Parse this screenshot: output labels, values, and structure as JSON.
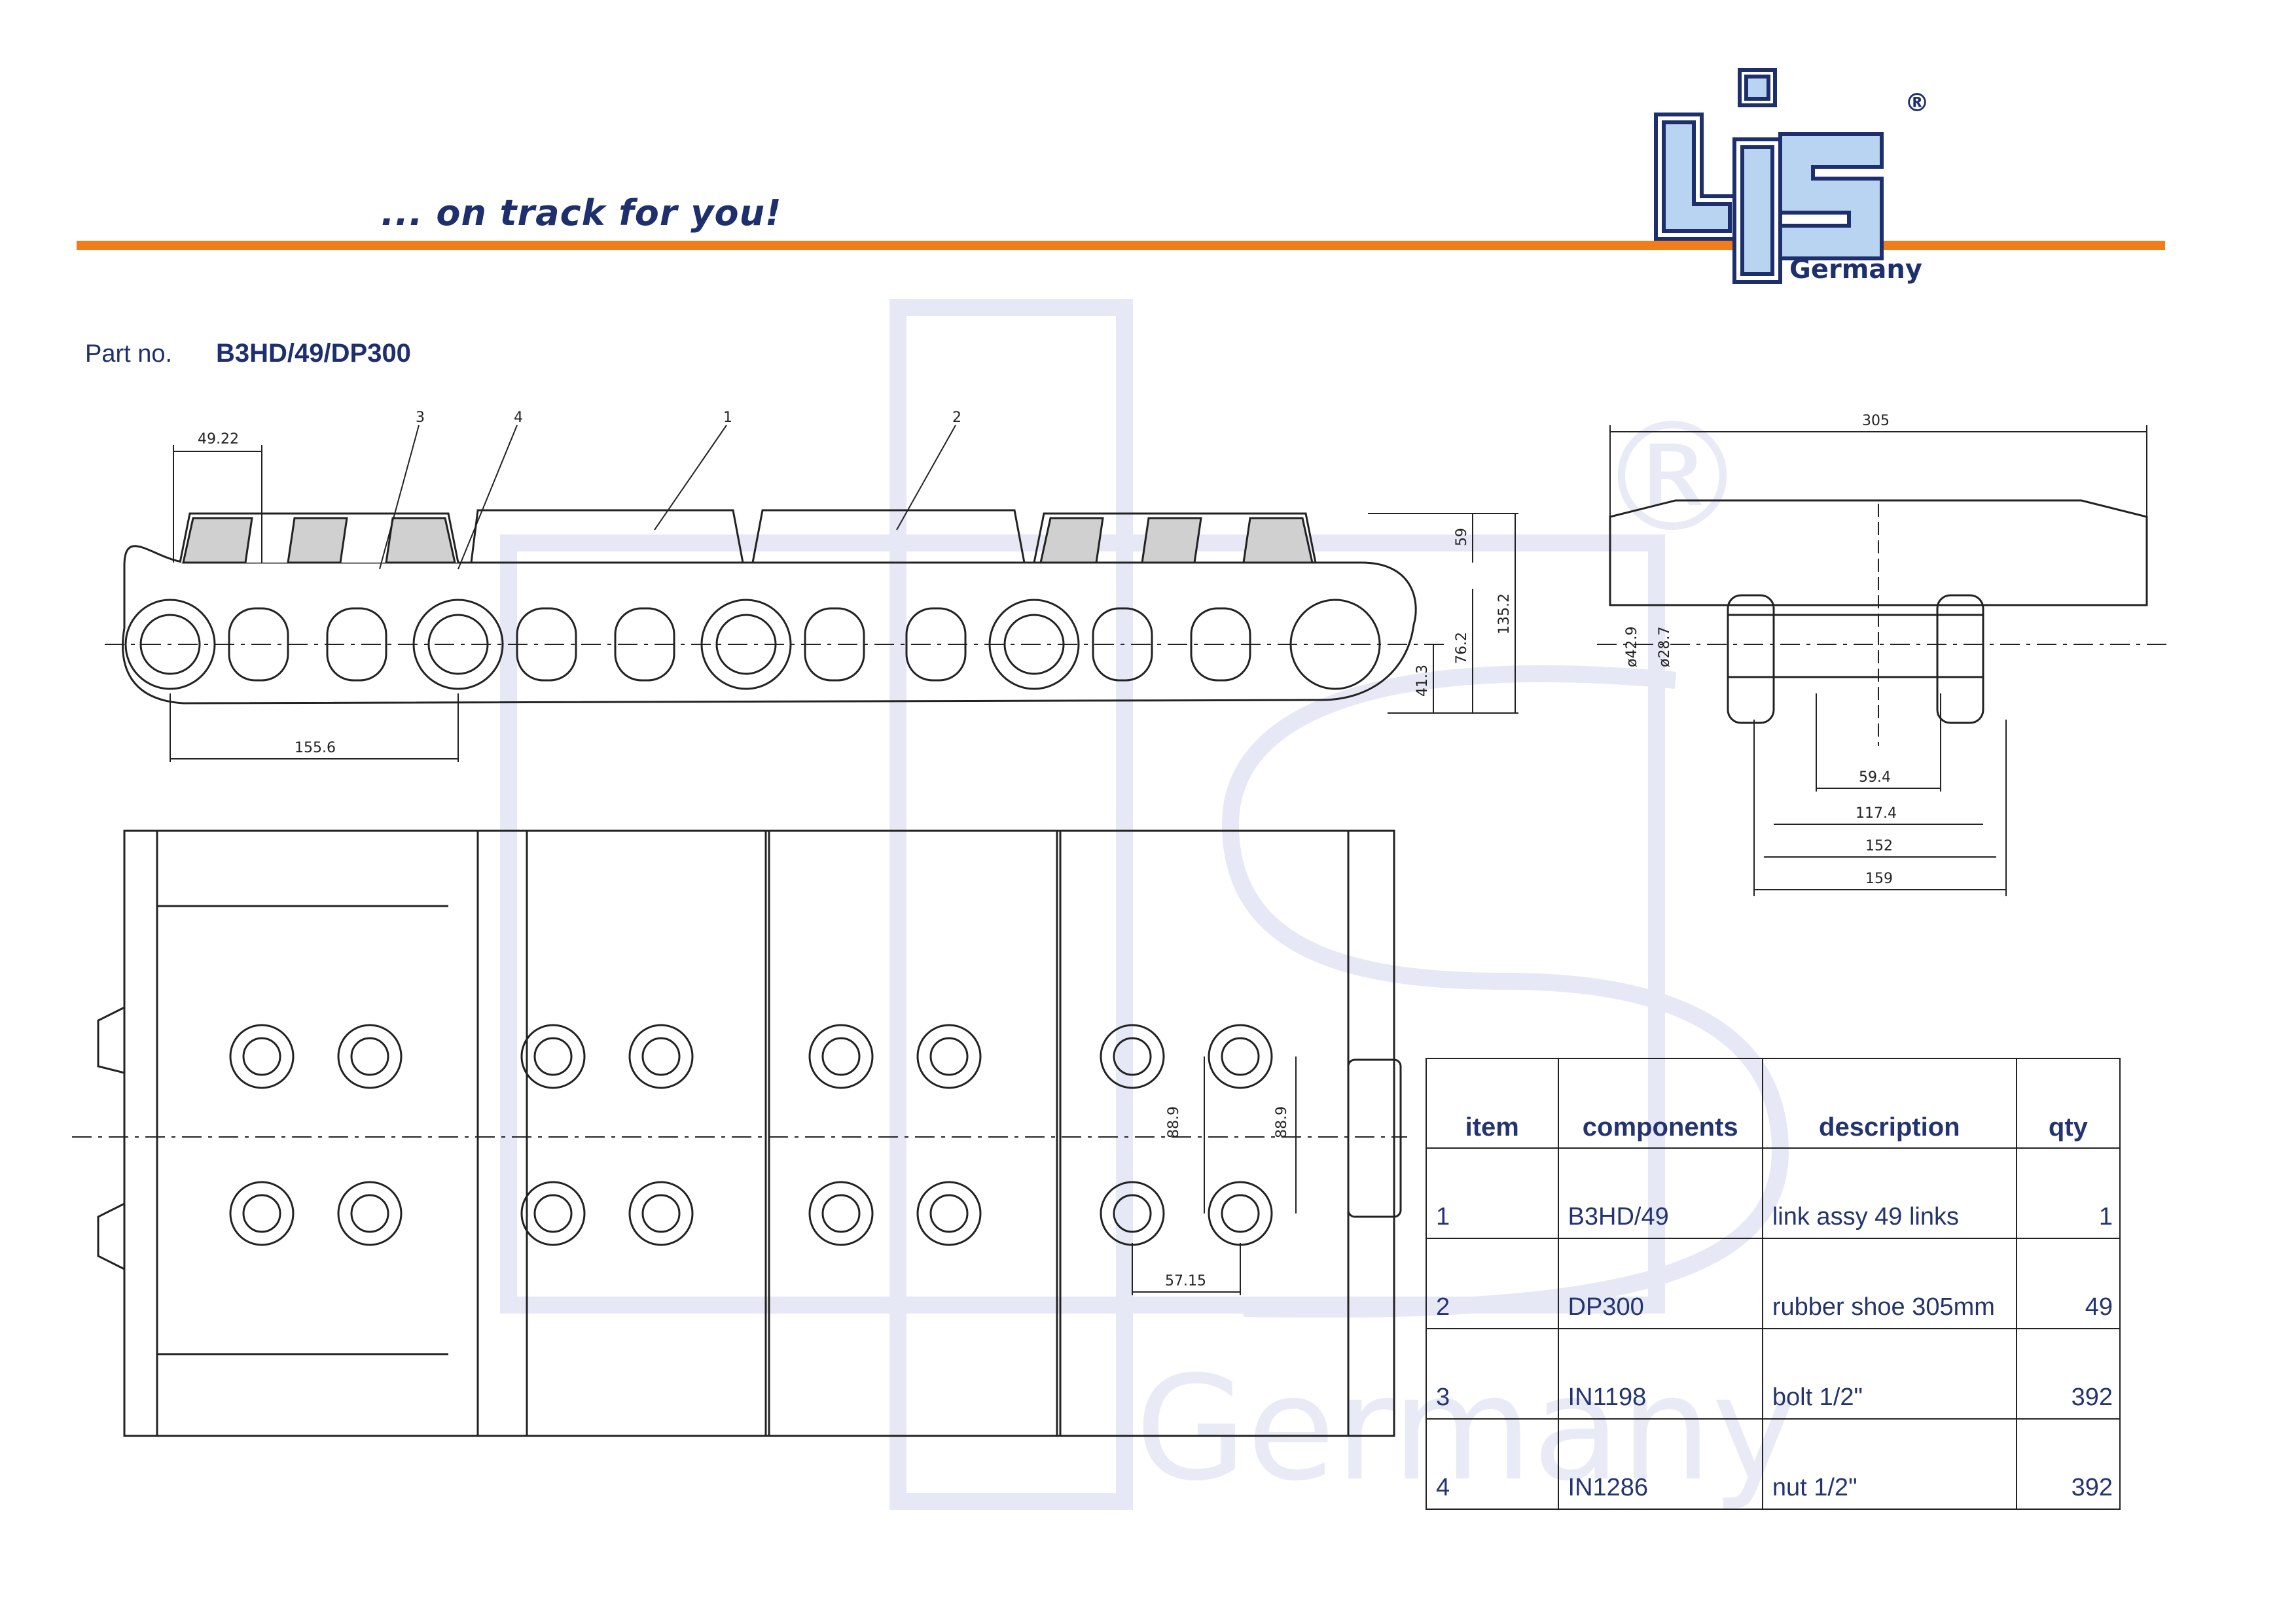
{
  "brand": {
    "slogan": "... on track for you!",
    "logo_text": "LIS",
    "logo_sub": "Germany",
    "registered": "®",
    "colors": {
      "accent_orange": "#f07d1a",
      "navy": "#1e2f6e",
      "logo_blue": "#b8d4f0",
      "watermark": "#e9ebf6"
    }
  },
  "part": {
    "label": "Part no.",
    "number": "B3HD/49/DP300"
  },
  "drawing": {
    "dims": {
      "pitch_top": "49.22",
      "pitch_bottom": "155.6",
      "height_shoe": "59",
      "height_total": "135.2",
      "height_mid": "76.2",
      "height_low": "41.3",
      "width_top": "305",
      "dia_outer": "ø42.9",
      "dia_inner": "ø28.7",
      "w1": "59.4",
      "w2": "117.4",
      "w3": "152",
      "w4": "159",
      "hole_spacing_left": "88.9",
      "hole_spacing_right": "88.9",
      "hole_pitch": "57.15"
    },
    "callouts": [
      "1",
      "2",
      "3",
      "4"
    ]
  },
  "bom": {
    "headers": {
      "item": "item",
      "components": "components",
      "description": "description",
      "qty": "qty"
    },
    "rows": [
      {
        "item": "1",
        "component": "B3HD/49",
        "description": "link assy 49 links",
        "qty": "1"
      },
      {
        "item": "2",
        "component": "DP300",
        "description": "rubber shoe 305mm",
        "qty": "49"
      },
      {
        "item": "3",
        "component": "IN1198",
        "description": "bolt 1/2\"",
        "qty": "392"
      },
      {
        "item": "4",
        "component": "IN1286",
        "description": "nut  1/2\"",
        "qty": "392"
      }
    ]
  }
}
